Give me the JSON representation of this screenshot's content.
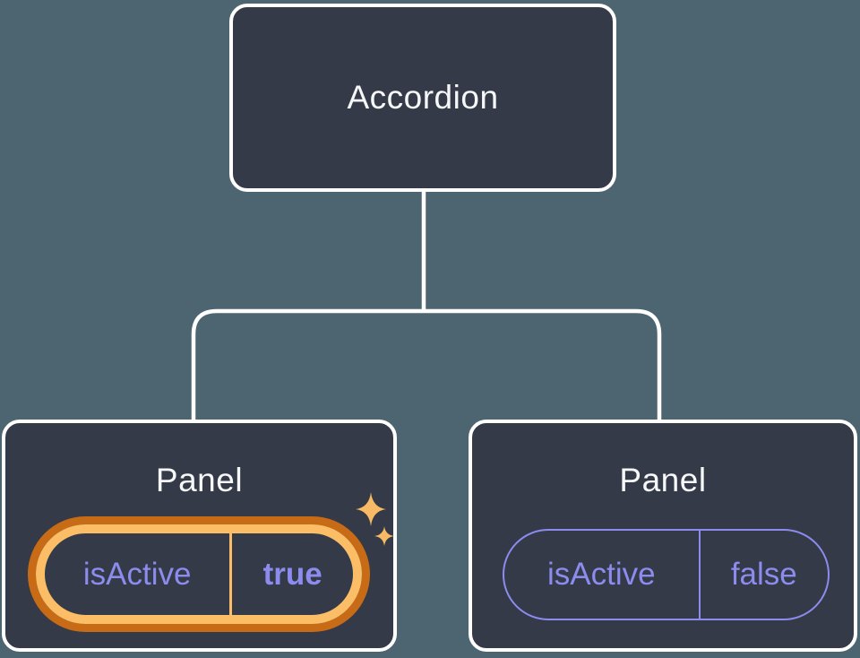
{
  "colors": {
    "background": "#4C6571",
    "node_fill": "#343A47",
    "node_border": "#FFFFFF",
    "connector_line": "#FFFFFF",
    "text_primary": "#F6F7F9",
    "accent_purple": "#8B8CEE",
    "highlight_orange_light": "#FBBE67",
    "highlight_orange_dark": "#C76B16",
    "sparkle_orange": "#F8BA64"
  },
  "tree": {
    "root": {
      "label": "Accordion"
    },
    "children": [
      {
        "label": "Panel",
        "prop_name": "isActive",
        "prop_value": "true",
        "highlighted": true,
        "icon": "sparkles-icon"
      },
      {
        "label": "Panel",
        "prop_name": "isActive",
        "prop_value": "false",
        "highlighted": false
      }
    ]
  }
}
